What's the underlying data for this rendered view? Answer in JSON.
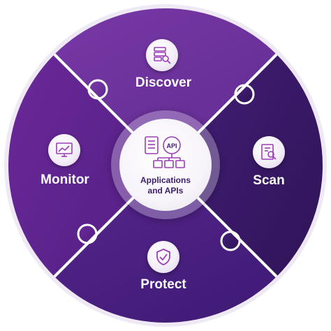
{
  "diagram": {
    "center_label_line1": "Applications",
    "center_label_line2": "and APIs",
    "center_icon": "api-server-icon",
    "segments": [
      {
        "label": "Discover",
        "icon": "server-search-icon",
        "color": "#6a2f9a"
      },
      {
        "label": "Scan",
        "icon": "document-scan-icon",
        "color": "#3b1866"
      },
      {
        "label": "Protect",
        "icon": "shield-check-icon",
        "color": "#4a2082"
      },
      {
        "label": "Monitor",
        "icon": "monitor-chart-icon",
        "color": "#5d2090"
      }
    ],
    "colors": {
      "icon_stroke": "#9b3fb5",
      "center_text": "#3b1d68"
    }
  }
}
